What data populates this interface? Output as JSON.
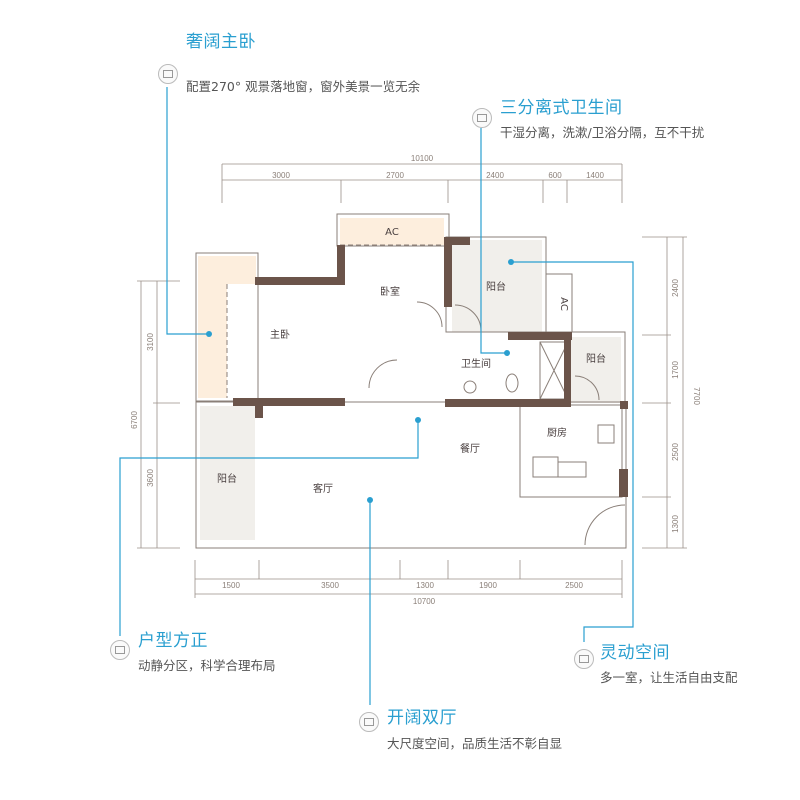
{
  "colors": {
    "accent": "#2a9fd0",
    "wall": "#6b544a",
    "balcony": "#f1efeb",
    "bay_window": "#fdeedd",
    "dimension": "#8a7f78"
  },
  "callouts": [
    {
      "title": "奢阔主卧",
      "desc": "配置270° 观景落地窗，窗外美景一览无余",
      "icon": "bed-icon"
    },
    {
      "title": "三分离式卫生间",
      "desc": "干湿分离，洗漱/卫浴分隔，互不干扰",
      "icon": "bathroom-icon"
    },
    {
      "title": "户型方正",
      "desc": "动静分区，科学合理布局",
      "icon": "grid-layout-icon"
    },
    {
      "title": "开阔双厅",
      "desc": "大尺度空间，品质生活不彰自显",
      "icon": "sofa-icon"
    },
    {
      "title": "灵动空间",
      "desc": "多一室，让生活自由支配",
      "icon": "room-door-icon"
    }
  ],
  "rooms": {
    "master_bedroom": "主卧",
    "bedroom": "卧室",
    "balcony_top": "阳台",
    "bathroom": "卫生间",
    "balcony_right": "阳台",
    "kitchen": "厨房",
    "dining": "餐厅",
    "living": "客厅",
    "balcony_left": "阳台",
    "ac1": "AC",
    "ac2": "AC"
  },
  "dimensions": {
    "top_total": "10100",
    "top": [
      "3000",
      "2700",
      "2400",
      "600",
      "1400"
    ],
    "bottom": [
      "1500",
      "3500",
      "1300",
      "1900",
      "2500"
    ],
    "bottom_total": "10700",
    "left": [
      "3100",
      "3600"
    ],
    "left_total": "6700",
    "right": [
      "2400",
      "1700",
      "2500",
      "1300"
    ],
    "right_total": "7700"
  }
}
